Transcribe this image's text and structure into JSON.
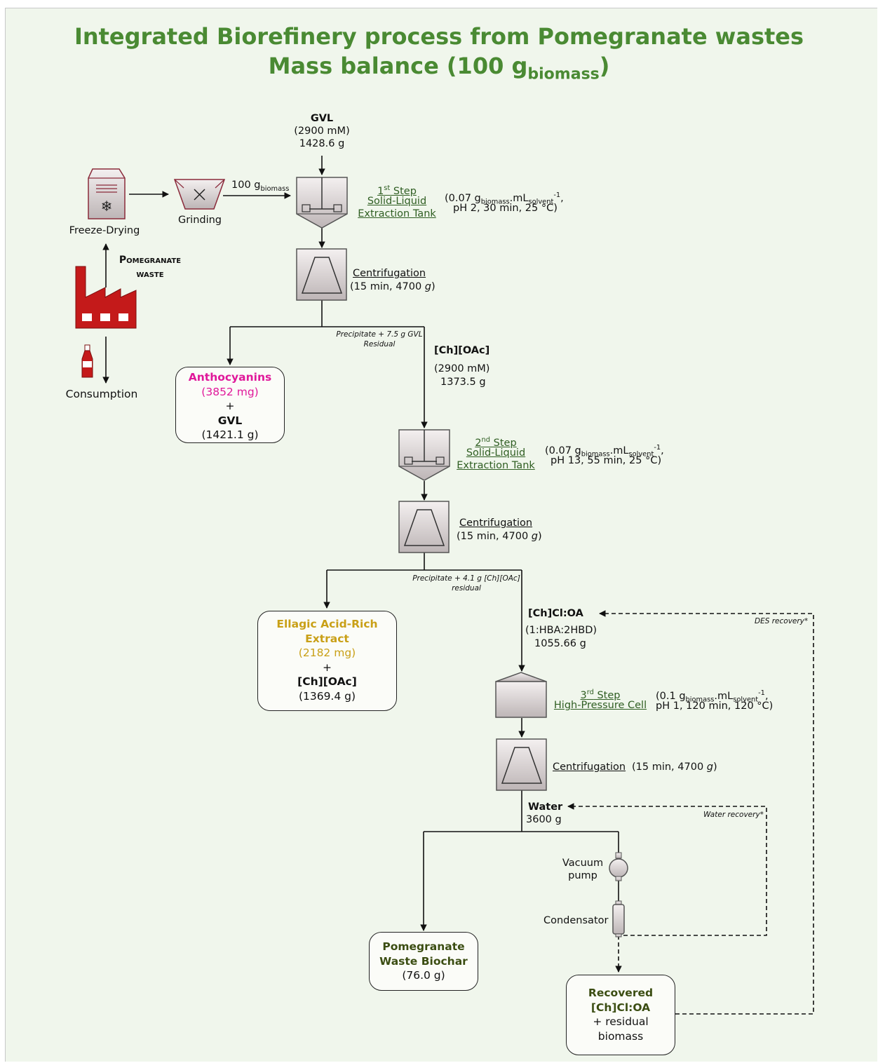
{
  "title": {
    "line1": "Integrated Biorefinery process from Pomegranate wastes",
    "line2_main": "Mass balance (100 g",
    "line2_sub": "biomass",
    "line2_end": ")"
  },
  "colors": {
    "title": "#4a8a33",
    "anthocyanins": "#e0189a",
    "ellagic": "#c9a017",
    "product_dark": "#3b4d12",
    "equipment_fill": "#d9d4d4",
    "factory": "#c41a1a"
  },
  "left": {
    "freeze_drying": "Freeze-Drying",
    "grinding": "Grinding",
    "pomegranate_1": "Pomegranate",
    "pomegranate_2": "waste",
    "consumption": "Consumption",
    "feed_main": "100 g",
    "feed_sub": "biomass"
  },
  "gvl_in": {
    "name": "GVL",
    "conc": "(2900 mM)",
    "mass": "1428.6 g"
  },
  "step1": {
    "l1_main": "1",
    "l1_sup": "st",
    "l1_rest": " Step",
    "l2": "Solid-Liquid",
    "l3": "Extraction Tank",
    "c1_a": "(0.07 g",
    "c1_sub1": "biomass",
    "c1_b": ".mL",
    "c1_sub2": "solvent",
    "c1_sup": "-1",
    "c1_c": ",",
    "c2": "pH 2, 30 min, 25 °C)"
  },
  "centrif1": {
    "label": "Centrifugation",
    "cond_a": "(15 min, 4700 ",
    "cond_g": "g",
    "cond_b": ")"
  },
  "residual1": {
    "l1": "Precipitate + 7.5 g GVL",
    "l2": "Residual"
  },
  "anthocyanins": {
    "name": "Anthocyanins",
    "amount": "(3852 mg)",
    "plus": "+",
    "solvent": "GVL",
    "solvent_mass": "(1421.1 g)"
  },
  "choac_in": {
    "name": "[Ch][OAc]",
    "conc": "(2900 mM)",
    "mass": "1373.5 g"
  },
  "step2": {
    "l1_main": "2",
    "l1_sup": "nd",
    "l1_rest": " Step",
    "l2": "Solid-Liquid",
    "l3": "Extraction Tank",
    "c1_a": "(0.07 g",
    "c1_sub1": "biomass",
    "c1_b": ".mL",
    "c1_sub2": "solvent",
    "c1_sup": "-1",
    "c1_c": ",",
    "c2": "pH 13, 55 min, 25 °C)"
  },
  "centrif2": {
    "label": "Centrifugation",
    "cond_a": "(15 min, 4700 ",
    "cond_g": "g",
    "cond_b": ")"
  },
  "residual2": {
    "l1": "Precipitate + 4.1 g [Ch][OAc]",
    "l2": "residual"
  },
  "ellagic": {
    "l1": "Ellagic Acid-Rich",
    "l2": "Extract",
    "amount": "(2182 mg)",
    "plus": "+",
    "solvent": "[Ch][OAc]",
    "solvent_mass": "(1369.4 g)"
  },
  "des_in": {
    "name": "[Ch]Cl:OA",
    "ratio": "(1:HBA:2HBD)",
    "mass": "1055.66 g",
    "recovery": "DES recovery*"
  },
  "step3": {
    "l1_main": "3",
    "l1_sup": "rd",
    "l1_rest": " Step",
    "l2": "High-Pressure Cell",
    "c1_a": "(0.1 g",
    "c1_sub1": "biomass",
    "c1_b": ".mL",
    "c1_sub2": "solvent",
    "c1_sup": "-1",
    "c1_c": ",",
    "c2": "pH 1, 120 min, 120 °C)"
  },
  "centrif3": {
    "label": "Centrifugation",
    "cond_a": "(15 min, 4700 ",
    "cond_g": "g",
    "cond_b": ")"
  },
  "water": {
    "name": "Water",
    "mass": "3600 g",
    "recovery": "Water recovery*"
  },
  "vacuum": {
    "l1": "Vacuum",
    "l2": "pump"
  },
  "condensator": "Condensator",
  "biochar": {
    "l1": "Pomegranate",
    "l2": "Waste Biochar",
    "mass": "(76.0 g)"
  },
  "recovered": {
    "l1": "Recovered",
    "l2": "[Ch]Cl:OA",
    "l3": "+ residual",
    "l4": "biomass"
  }
}
